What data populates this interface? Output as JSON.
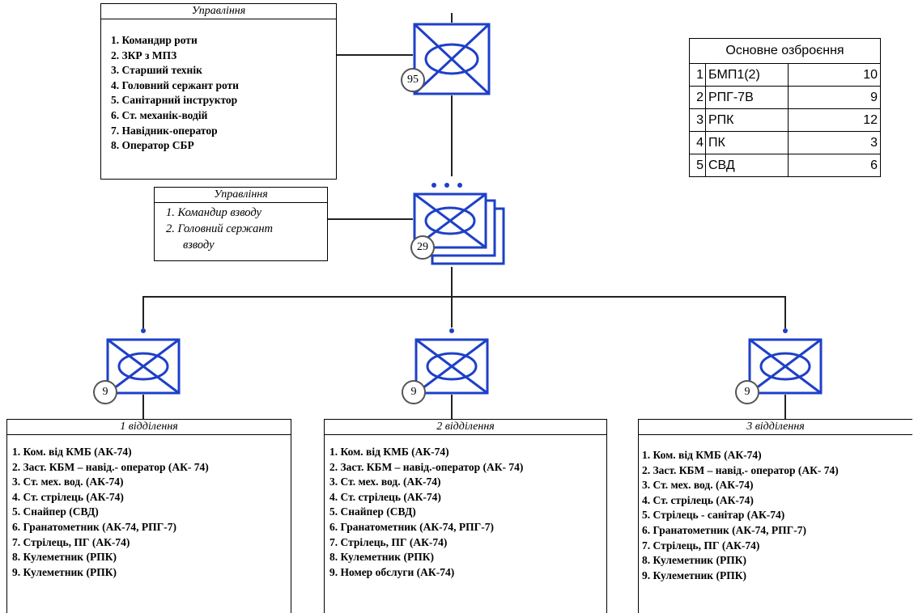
{
  "company": {
    "title": "Управління",
    "badge": "95",
    "staff": [
      "1. Командир роти",
      "2. ЗКР з МПЗ",
      "3. Старший технік",
      "4. Головний сержант роти",
      "5. Санітарний інструктор",
      "6. Ст. механік-водій",
      "7. Навідник-оператор",
      "8. Оператор СБР"
    ]
  },
  "platoon": {
    "title": "Управління",
    "badge": "29",
    "staff": [
      "1.  Командир взводу",
      "2.  Головний сержант",
      "взводу"
    ]
  },
  "armament": {
    "title": "Основне озброєння",
    "rows": [
      {
        "n": "1",
        "name": "БМП1(2)",
        "qty": "10"
      },
      {
        "n": "2",
        "name": "РПГ-7В",
        "qty": "9"
      },
      {
        "n": "3",
        "name": "РПК",
        "qty": "12"
      },
      {
        "n": "4",
        "name": "ПК",
        "qty": "3"
      },
      {
        "n": "5",
        "name": "СВД",
        "qty": "6"
      }
    ]
  },
  "squads": [
    {
      "title": "1 відділення",
      "badge": "9",
      "members": [
        "1. Ком. від КМБ (АК-74)",
        "2. Заст. КБМ – навід.- оператор (АК- 74)",
        "3. Ст. мех. вод. (АК-74)",
        "4. Ст. стрілець (АК-74)",
        "5. Снайпер (СВД)",
        "6. Гранатометник (АК-74, РПГ-7)",
        "7. Стрілець, ПГ (АК-74)",
        "8. Кулеметник (РПК)",
        "9. Кулеметник (РПК)"
      ]
    },
    {
      "title": "2 відділення",
      "badge": "9",
      "members": [
        "1. Ком. від КМБ (АК-74)",
        "2. Заст. КБМ – навід.-оператор (АК- 74)",
        "3. Ст. мех. вод. (АК-74)",
        "4. Ст. стрілець (АК-74)",
        "5. Снайпер (СВД)",
        "6. Гранатометник (АК-74, РПГ-7)",
        "7. Стрілець, ПГ (АК-74)",
        "8. Кулеметник (РПК)",
        "9. Номер обслуги (АК-74)"
      ]
    },
    {
      "title": "3 відділення",
      "badge": "9",
      "members": [
        "1. Ком. від КМБ (АК-74)",
        "2. Заст. КБМ – навід.- оператор (АК- 74)",
        "3. Ст. мех. вод. (АК-74)",
        "4. Ст. стрілець (АК-74)",
        "5. Стрілець - санітар (АК-74)",
        "6. Гранатометник (АК-74, РПГ-7)",
        "7. Стрілець, ПГ (АК-74)",
        "8. Кулеметник (РПК)",
        "9. Кулеметник (РПК)"
      ]
    }
  ],
  "colors": {
    "symbol": "#1e40c8",
    "line": "#222222"
  }
}
